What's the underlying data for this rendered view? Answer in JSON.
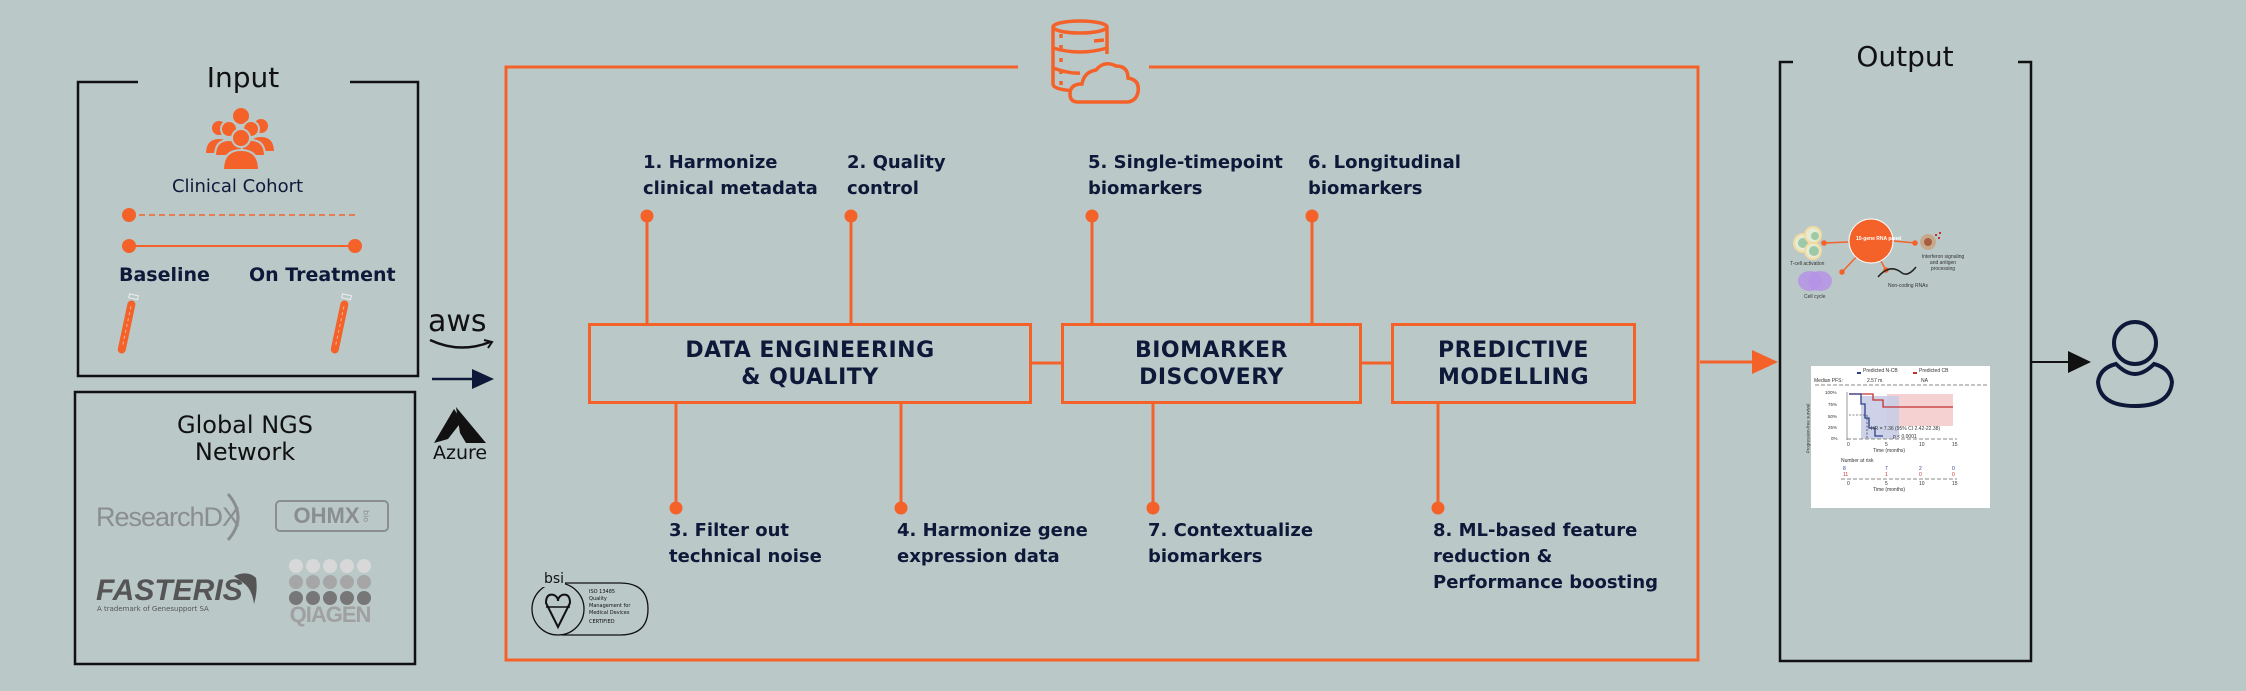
{
  "colors": {
    "background": "#bac8c8",
    "accent": "#f4622a",
    "navy": "#0e1838",
    "frame": "#111111"
  },
  "input": {
    "title": "Input",
    "cohort_label": "Clinical Cohort",
    "cohort_icon": "people-group-icon",
    "timepoints": [
      "Baseline",
      "On Treatment"
    ],
    "sample_icon": "test-tube-icon"
  },
  "network": {
    "title_line1": "Global NGS",
    "title_line2": "Network",
    "partners": [
      {
        "name": "ResearchDX"
      },
      {
        "name": "OHMX",
        "suffix": "bio"
      },
      {
        "name": "FASTERIS",
        "tagline": "A trademark of Genesupport SA"
      },
      {
        "name": "QIAGEN"
      }
    ]
  },
  "cloud": {
    "providers": [
      "aws",
      "Azure"
    ],
    "icon": "database-cloud-icon"
  },
  "pipeline": {
    "stages": [
      {
        "label": "DATA ENGINEERING\n& QUALITY"
      },
      {
        "label": "BIOMARKER\nDISCOVERY"
      },
      {
        "label": "PREDICTIVE\nMODELLING"
      }
    ],
    "steps": [
      {
        "label": "1. Harmonize\nclinical metadata"
      },
      {
        "label": "2. Quality\ncontrol"
      },
      {
        "label": "3. Filter out\ntechnical noise"
      },
      {
        "label": "4. Harmonize gene\nexpression data"
      },
      {
        "label": "5. Single-timepoint\nbiomarkers"
      },
      {
        "label": "6. Longitudinal\nbiomarkers"
      },
      {
        "label": "7. Contextualize\nbiomarkers"
      },
      {
        "label": "8. ML-based feature\nreduction &\nPerformance boosting"
      }
    ],
    "certification": {
      "brand": "bsi",
      "lines": [
        "ISO 13485",
        "Quality",
        "Management for",
        "Medical Devices",
        "CERTIFIED"
      ]
    }
  },
  "output": {
    "title": "Output",
    "panel": {
      "center": "10-gene RNA panel",
      "nodes": [
        "T-cell activation",
        "Interferon signaling and antigen processing",
        "Cell cycle",
        "Non-coding RNAs"
      ]
    },
    "km_plot": {
      "legend": [
        "Predicted N-CB",
        "Predicted CB"
      ],
      "median_label": "Median PFS:",
      "median_values": [
        "2.57 m.",
        "NA"
      ],
      "y_label": "Progression-free survival",
      "y_ticks": [
        "100%",
        "75%",
        "50%",
        "25%",
        "0%"
      ],
      "x_ticks": [
        "0",
        "5",
        "10",
        "15"
      ],
      "x_label": "Time (months)",
      "hr_text": "HR = 7.36 (95% CI 2.42-22.38)",
      "p_text": "p < 0.0001",
      "risk_title": "Number at risk",
      "risk_ncb": [
        "8",
        "7",
        "2",
        "0"
      ],
      "risk_cb": [
        "11",
        "1",
        "0",
        "0"
      ]
    },
    "user_icon": "user-icon"
  }
}
